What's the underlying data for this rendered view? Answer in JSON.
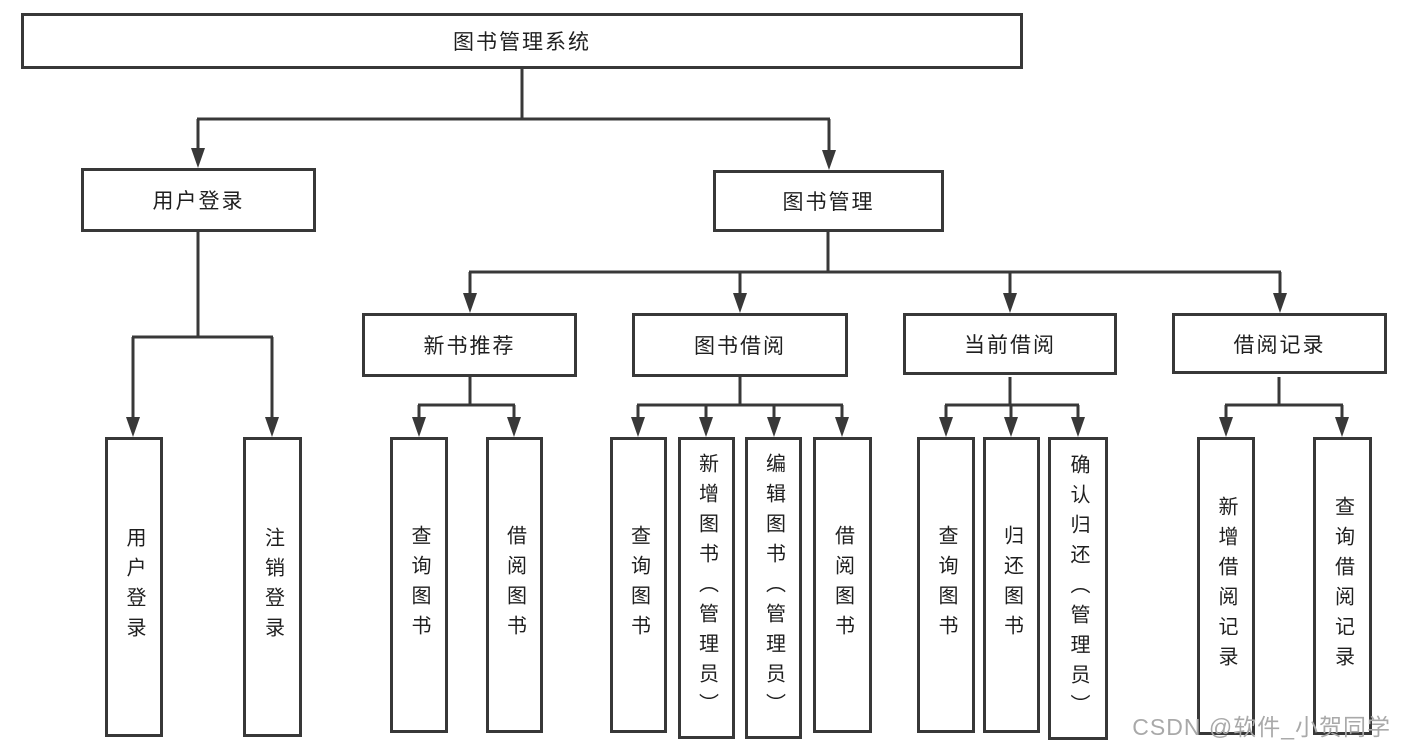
{
  "tree": {
    "root": {
      "label": "图书管理系统"
    },
    "branches": [
      {
        "label": "用户登录",
        "children": [
          {
            "label": "用户登录"
          },
          {
            "label": "注销登录"
          }
        ]
      },
      {
        "label": "图书管理",
        "groups": [
          {
            "label": "新书推荐",
            "children": [
              {
                "label": "查询图书"
              },
              {
                "label": "借阅图书"
              }
            ]
          },
          {
            "label": "图书借阅",
            "children": [
              {
                "label": "查询图书"
              },
              {
                "label": "新增图书（管理员）"
              },
              {
                "label": "编辑图书（管理员）"
              },
              {
                "label": "借阅图书"
              }
            ]
          },
          {
            "label": "当前借阅",
            "children": [
              {
                "label": "查询图书"
              },
              {
                "label": "归还图书"
              },
              {
                "label": "确认归还（管理员）"
              }
            ]
          },
          {
            "label": "借阅记录",
            "children": [
              {
                "label": "新增借阅记录"
              },
              {
                "label": "查询借阅记录"
              }
            ]
          }
        ]
      }
    ]
  },
  "watermark": "CSDN @软件_小贺同学",
  "colors": {
    "line": "#383838",
    "text": "#1f1f1f",
    "watermark": "#a9a9a9",
    "background": "#ffffff"
  }
}
